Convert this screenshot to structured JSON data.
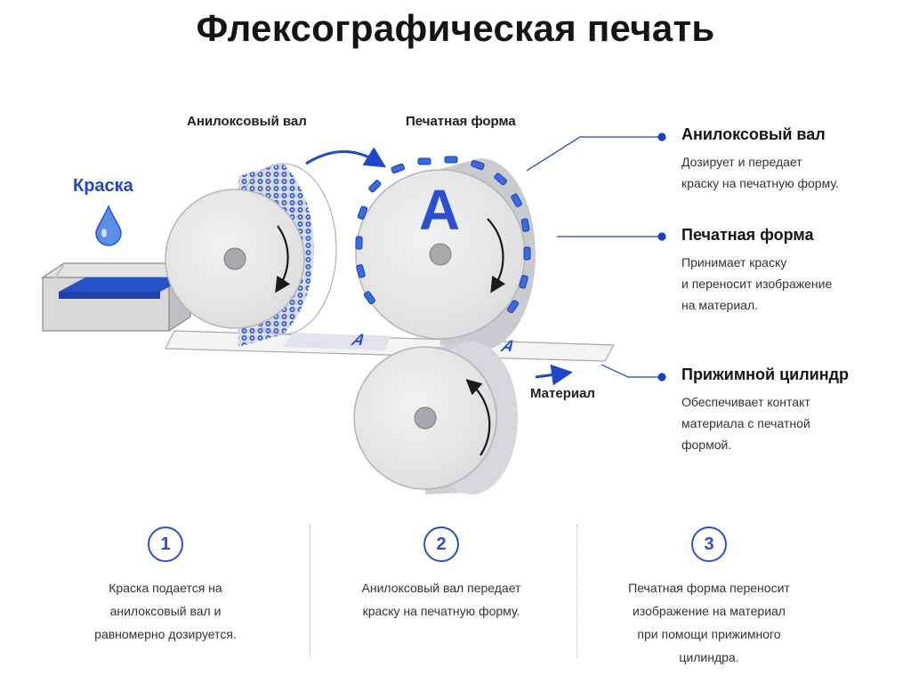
{
  "title": "Флексографическая печать",
  "diagram": {
    "labels": {
      "anilox": "Анилоксовый вал",
      "plate": "Печатная форма",
      "ink": "Краска",
      "material": "Материал",
      "plate_letter": "A",
      "web_letter": "A"
    },
    "legend": [
      {
        "title": "Анилоксовый вал",
        "text": "Дозирует и передает\nкраску на печатную форму."
      },
      {
        "title": "Печатная форма",
        "text": "Принимает краску\nи переносит изображение\nна материал."
      },
      {
        "title": "Прижимной цилиндр",
        "text": "Обеспечивает контакт\nматериала с печатной\nформой."
      }
    ],
    "steps": [
      {
        "number": "1",
        "text": "Краска подается на\nанилоксовый вал и\nравномерно дозируется."
      },
      {
        "number": "2",
        "text": "Анилоксовый вал передает\nкраску на печатную форму."
      },
      {
        "number": "3",
        "text": "Печатная форма переносит\nизображение на материал\nпри помощи прижимного\nцилиндра."
      }
    ]
  },
  "colors": {
    "accent": "#2a4fd0",
    "ink_blue": "#2851c8",
    "roller_face": "#e9e9ea",
    "roller_side": "#d2d3d6",
    "leader_line": "#1f3fb8"
  }
}
